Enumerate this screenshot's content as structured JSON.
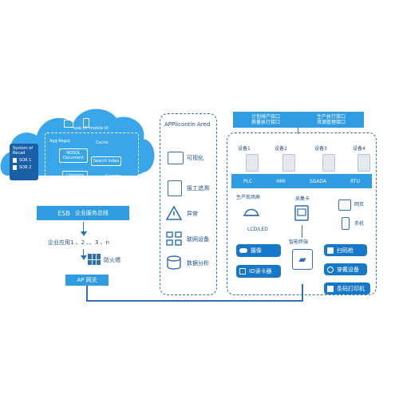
{
  "cloud": {
    "title": "CliomtTien",
    "web_ui": "web UI",
    "mobile_ui": "mobile UI",
    "agg": "Agg Regut",
    "cache": "Cache",
    "nosql": "NOSQL Document",
    "search": "Search Index",
    "listeners": "Listeners",
    "cerniors": "Cerniors",
    "system_title": "System of Recad",
    "sor1": "SOR 1",
    "sor2": "SOR 2"
  },
  "esb": {
    "code": "ESB",
    "label": "企业服务总线"
  },
  "apps_line": "企业应用1 、2 、、3 、n",
  "firewall": "防火墙",
  "gateway": "AP 网关",
  "middle": {
    "title": "APPlicontin Ared",
    "items": [
      "可视化",
      "报工追溯",
      "异常",
      "联网设备",
      "数据分析"
    ]
  },
  "right": {
    "top_bar": [
      "计划排产接口",
      "生产执行接口",
      "质量执行接口",
      "资源管理接口"
    ],
    "devices": [
      "设备1",
      "设备2",
      "设备3",
      "设备4"
    ],
    "protocols": [
      "PLC",
      "HMI",
      "SGADA",
      "RTU"
    ],
    "field_display": "生产现场屏",
    "lcd": "LCD/LED",
    "collector": "采集卡",
    "web": "网页",
    "phone": "手机",
    "smart_terminal": "智能终端",
    "chips_left": [
      "摄像",
      "ID读卡器"
    ],
    "chips_right": [
      "扫码枪",
      "穿戴设备",
      "条码打印机"
    ]
  },
  "colors": {
    "primary": "#2f9be0",
    "dark": "#1777c9",
    "text": "#1b4f8a"
  }
}
